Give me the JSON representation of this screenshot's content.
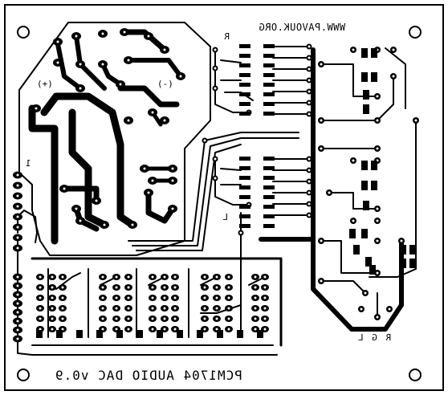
{
  "board": {
    "url_text": "WWW.PAVOUK.ORG",
    "title_text": "PCM1704 AUDIO DAC v0.9",
    "label_plus": "(+)",
    "label_minus": "(-)",
    "label_r_top": "R",
    "label_l_mid": "L",
    "label_pin1": "1",
    "label_bottom_right": "R G L"
  },
  "colors": {
    "copper": "#000000",
    "substrate": "#ffffff"
  }
}
